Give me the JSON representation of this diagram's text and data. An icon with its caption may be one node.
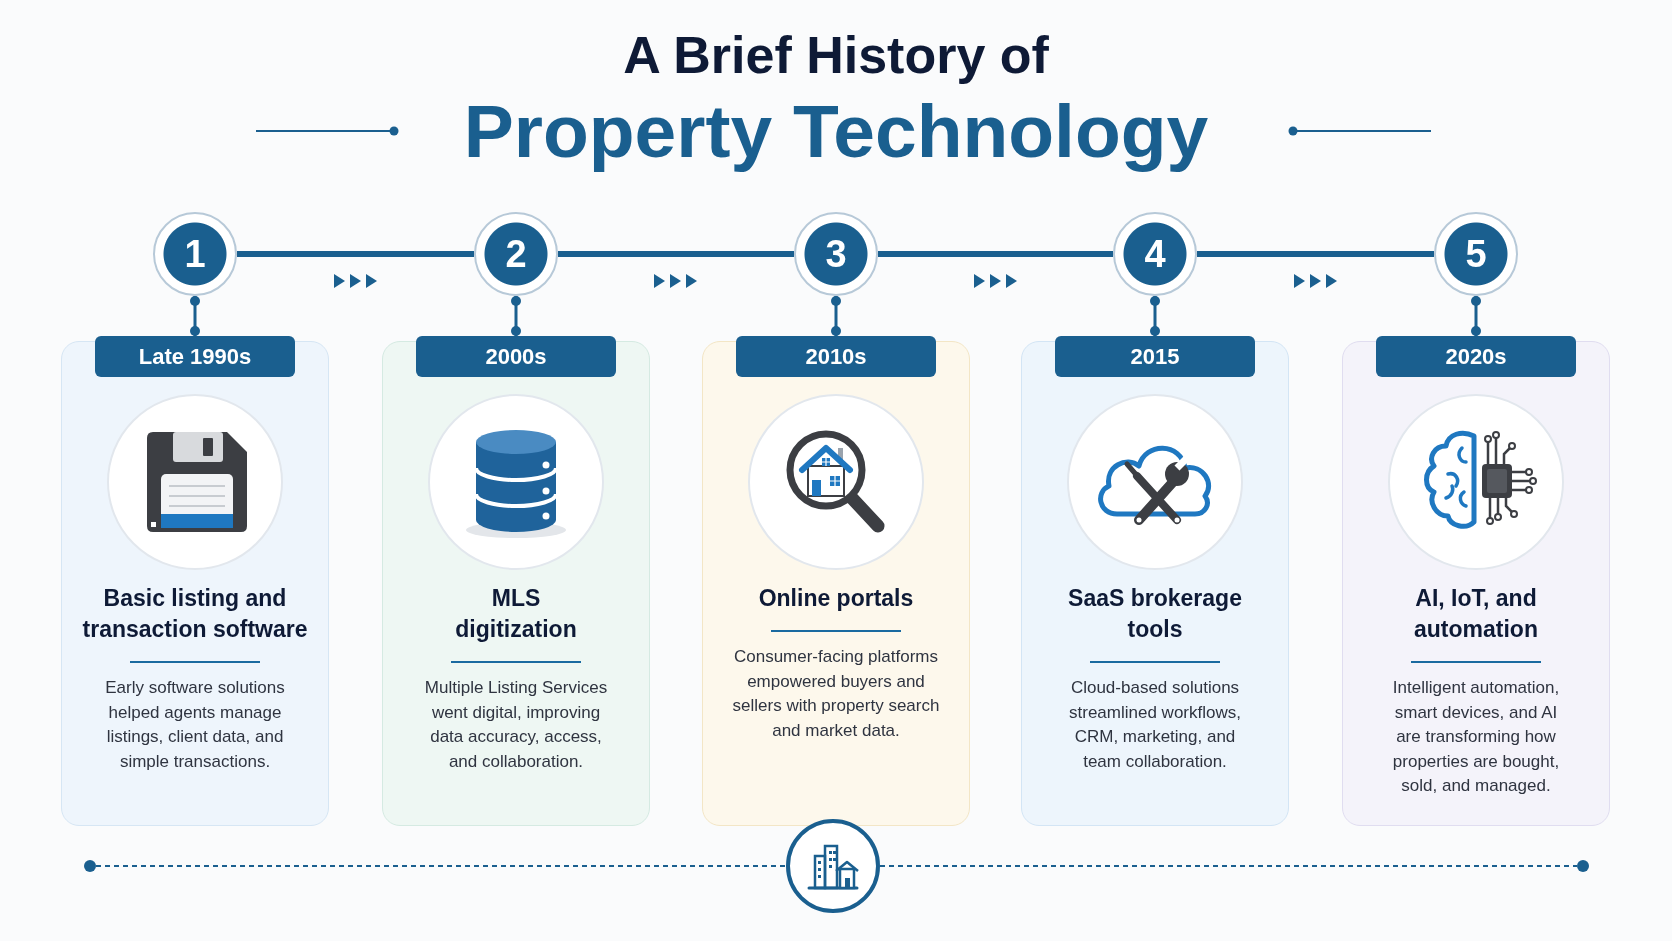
{
  "diagram": {
    "title": "A Brief History of Property Technology",
    "nodes": [
      {
        "text": [
          "1"
        ]
      },
      {
        "text": [
          "2"
        ]
      },
      {
        "text": [
          "3"
        ]
      },
      {
        "text": [
          "4"
        ]
      },
      {
        "text": [
          "5"
        ]
      },
      {
        "text": [
          "Late 1990s"
        ]
      },
      {
        "text": [
          "2000s"
        ]
      },
      {
        "text": [
          "2010s"
        ]
      },
      {
        "text": [
          "2015"
        ]
      },
      {
        "text": [
          "2020s"
        ]
      },
      {
        "text": [
          "Basic listing and transaction software",
          "Early software solutions helped agents manage listings, client data, and simple transactions."
        ]
      },
      {
        "text": [
          "MLS digitization",
          "Multiple Listing Services went digital, improving data accuracy, access, and collaboration."
        ]
      },
      {
        "text": [
          "Online portals",
          "Consumer-facing platforms empowered buyers and sellers with property search and market data."
        ]
      },
      {
        "text": [
          "SaaS brokerage tools",
          "Cloud-based solutions streamlined workflows, CRM, marketing, and team collaboration."
        ]
      },
      {
        "text": [
          "AI, IoT, and automation",
          "Intelligent automation, smart devices, and AI are transforming how properties are bought, sold, and managed."
        ]
      },
      {
        "text": [],
        "shape": "dot"
      },
      {
        "text": [],
        "shape": "circle"
      },
      {
        "text": [],
        "shape": "dot"
      }
    ],
    "edges": [
      {
        "from": 0,
        "to": 1,
        "arrow": "none",
        "style": "thick"
      },
      {
        "from": 1,
        "to": 2,
        "arrow": "none",
        "style": "thick"
      },
      {
        "from": 2,
        "to": 3,
        "arrow": "none",
        "style": "thick"
      },
      {
        "from": 3,
        "to": 4,
        "arrow": "none",
        "style": "thick"
      },
      {
        "from": 0,
        "to": 5,
        "arrow": "other"
      },
      {
        "from": 1,
        "to": 6,
        "arrow": "other"
      },
      {
        "from": 2,
        "to": 7,
        "arrow": "other"
      },
      {
        "from": 3,
        "to": 8,
        "arrow": "other"
      },
      {
        "from": 4,
        "to": 9,
        "arrow": "other"
      },
      {
        "from": 15,
        "to": 16,
        "arrow": "none",
        "style": "dashed"
      },
      {
        "from": 16,
        "to": 17,
        "arrow": "none",
        "style": "dashed"
      }
    ]
  }
}
